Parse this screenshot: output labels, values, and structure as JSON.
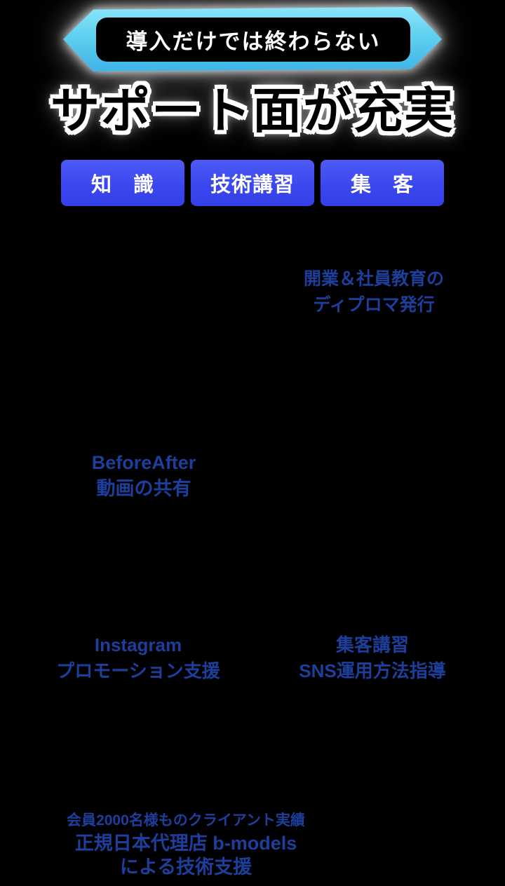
{
  "page": {
    "background": "#000000",
    "accent_blue": "#3a46ee",
    "ribbon_cyan": "#5fd0f0",
    "caption_navy": "#1e3e9c"
  },
  "ribbon": {
    "label": "導入だけでは終わらない"
  },
  "headline": {
    "text": "サポート面が充実"
  },
  "chips": {
    "items": [
      {
        "label": "知　識"
      },
      {
        "label": "技術講習"
      },
      {
        "label": "集　客"
      }
    ]
  },
  "features": [
    {
      "id": "diploma",
      "line1": "開業＆社員教育の",
      "line2": "ディプロマ発行"
    },
    {
      "id": "beforeafter",
      "line1": "BeforeAfter",
      "line2": "動画の共有"
    },
    {
      "id": "instagram",
      "line1": "Instagram",
      "line2": "プロモーション支援"
    },
    {
      "id": "sns",
      "line1": "集客講習",
      "line2": "SNS運用方法指導"
    }
  ],
  "footer": {
    "line1": "会員2000名様ものクライアント実績",
    "line2": "正規日本代理店 b-models",
    "line3": "による技術支援"
  }
}
